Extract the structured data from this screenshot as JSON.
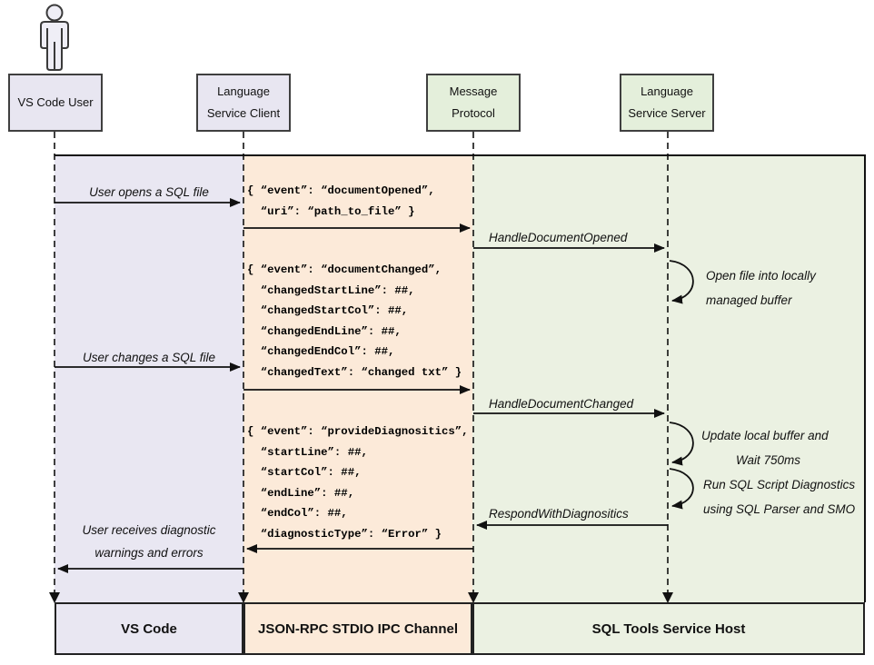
{
  "diagram_title": "VS Code SQL language service sequence diagram",
  "participants": [
    {
      "id": "vscode-user",
      "lines": [
        "VS Code User"
      ]
    },
    {
      "id": "language-service-client",
      "lines": [
        "Language",
        "Service Client"
      ]
    },
    {
      "id": "message-protocol",
      "lines": [
        "Message",
        "Protocol"
      ]
    },
    {
      "id": "language-service-server",
      "lines": [
        "Language",
        "Service Server"
      ]
    }
  ],
  "lanes": {
    "bottom_boxes": [
      {
        "id": "vs-code",
        "label": "VS Code"
      },
      {
        "id": "ipc-channel",
        "label": "JSON-RPC STDIO IPC Channel"
      },
      {
        "id": "sql-tools-host",
        "label": "SQL Tools Service Host"
      }
    ]
  },
  "messages": {
    "user_opens": "User opens a SQL file",
    "user_changes": "User changes a SQL file",
    "user_receives_line1": "User receives diagnostic",
    "user_receives_line2": "warnings and errors",
    "handle_opened": "HandleDocumentOpened",
    "handle_changed": "HandleDocumentChanged",
    "respond_with_diagnostics": "RespondWithDiagnositics",
    "open_file_line1": "Open file into locally",
    "open_file_line2": "managed buffer",
    "update_buffer_line1": "Update local buffer and",
    "update_buffer_line2": "Wait 750ms",
    "run_diag_line1": "Run SQL Script Diagnostics",
    "run_diag_line2": "using SQL Parser and SMO"
  },
  "payloads": {
    "document_opened": [
      "{ “event”: “documentOpened”,",
      "  “uri”: “path_to_file” }"
    ],
    "document_changed": [
      "{ “event”: “documentChanged”,",
      "  “changedStartLine”: ##,",
      "  “changedStartCol”: ##,",
      "  “changedEndLine”: ##,",
      "  “changedEndCol”: ##,",
      "  “changedText”: “changed txt” }"
    ],
    "provide_diagnostics": [
      "{ “event”: “provideDiagnositics”,",
      "  “startLine”: ##,",
      "  “startCol”: ##,",
      "  “endLine”: ##,",
      "  “endCol”: ##,",
      "  “diagnosticType”: “Error” }"
    ]
  },
  "icons": {
    "actor": "person-icon"
  },
  "colors": {
    "lane_lavender": "#e9e7f2",
    "lane_peach": "#fcead9",
    "lane_green": "#ebf1e2",
    "box_lavender": "#e8e6f1",
    "box_green": "#e4efdb",
    "box_border": "#3f3f3f",
    "line_black": "#111111"
  }
}
